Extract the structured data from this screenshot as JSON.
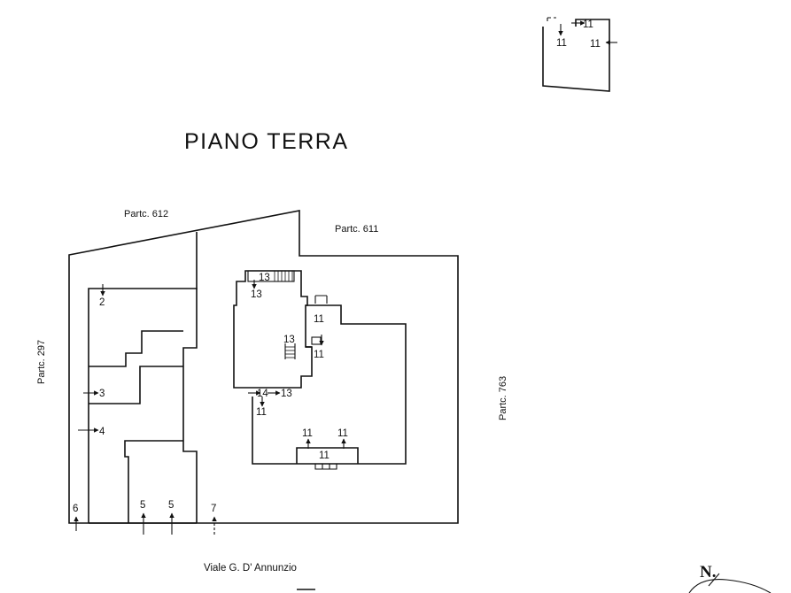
{
  "title": "PIANO TERRA",
  "parcels": {
    "north": "Partc. 612",
    "northeast": "Partc. 611",
    "west": "Partc. 297",
    "east": "Partc. 763"
  },
  "street": "Viale G. D' Annunzio",
  "north_marker": "N.",
  "markers": {
    "m2": "2",
    "m3": "3",
    "m4": "4",
    "m5a": "5",
    "m5b": "5",
    "m6": "6",
    "m7": "7",
    "m11_inset_a": "11",
    "m11_inset_b": "11",
    "m11_inset_c": "11",
    "m13_top_a": "13",
    "m13_top_b": "13",
    "m11_terrace": "11",
    "m11_terrace_b": "11",
    "m13_mid": "13",
    "m14": "14",
    "m13_low": "13",
    "m11_low": "11",
    "m11_s1": "11",
    "m11_s2": "11",
    "m11_s3": "11"
  }
}
